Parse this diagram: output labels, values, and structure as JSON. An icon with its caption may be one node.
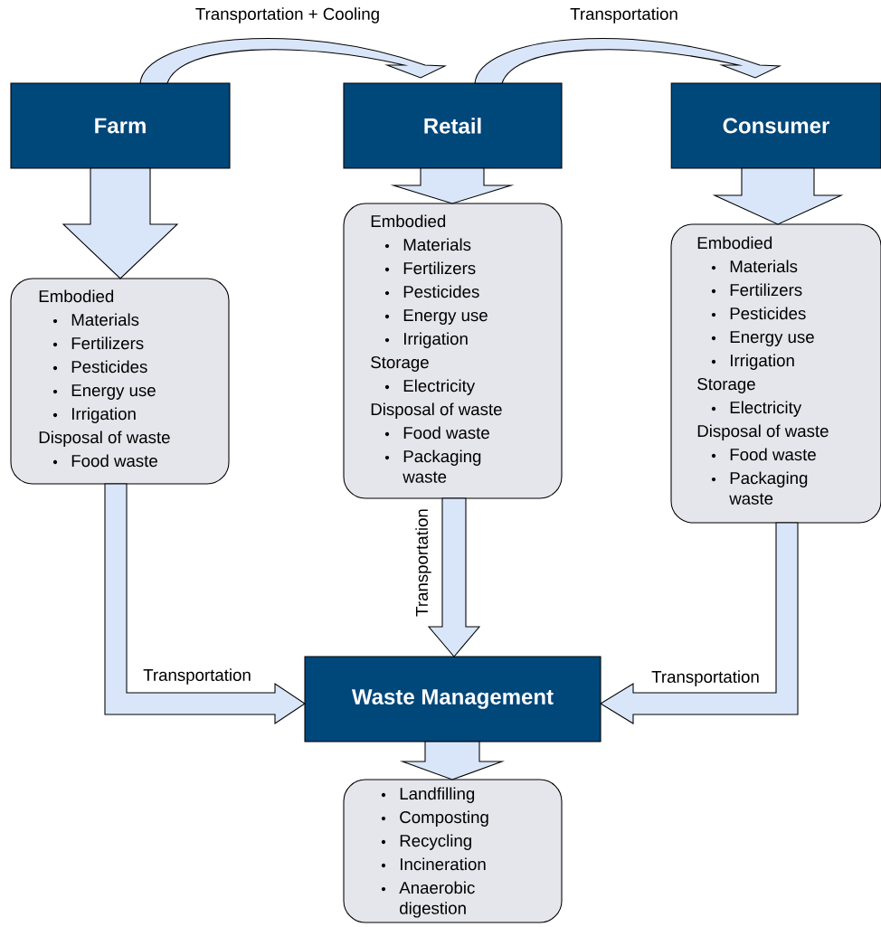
{
  "diagram": {
    "nodes": [
      {
        "text": [
          "Farm"
        ]
      },
      {
        "text": [
          "Retail"
        ]
      },
      {
        "text": [
          "Consumer"
        ]
      },
      {
        "text": [
          "Embodied",
          "Materials",
          "Fertilizers",
          "Pesticides",
          "Energy use",
          "Irrigation",
          "Disposal of waste",
          "Food waste"
        ]
      },
      {
        "text": [
          "Embodied",
          "Materials",
          "Fertilizers",
          "Pesticides",
          "Energy use",
          "Irrigation",
          "Storage",
          "Electricity",
          "Disposal of waste",
          "Food waste",
          "Packaging waste"
        ]
      },
      {
        "text": [
          "Embodied",
          "Materials",
          "Fertilizers",
          "Pesticides",
          "Energy use",
          "Irrigation",
          "Storage",
          "Electricity",
          "Disposal of waste",
          "Food waste",
          "Packaging waste"
        ]
      },
      {
        "text": [
          "Waste Management"
        ]
      },
      {
        "text": [
          "Landfilling",
          "Composting",
          "Recycling",
          "Incineration",
          "Anaerobic digestion"
        ]
      }
    ],
    "edges": [
      {
        "from": 0,
        "to": 1,
        "arrow": "to",
        "label": "Transportation + Cooling"
      },
      {
        "from": 1,
        "to": 2,
        "arrow": "to",
        "label": "Transportation"
      },
      {
        "from": 0,
        "to": 3,
        "arrow": "to"
      },
      {
        "from": 1,
        "to": 4,
        "arrow": "to"
      },
      {
        "from": 2,
        "to": 5,
        "arrow": "to"
      },
      {
        "from": 3,
        "to": 6,
        "arrow": "to",
        "label": "Transportation"
      },
      {
        "from": 4,
        "to": 6,
        "arrow": "to",
        "label": "Transportation"
      },
      {
        "from": 5,
        "to": 6,
        "arrow": "to",
        "label": "Transportation"
      },
      {
        "from": 6,
        "to": 7,
        "arrow": "to"
      }
    ]
  }
}
